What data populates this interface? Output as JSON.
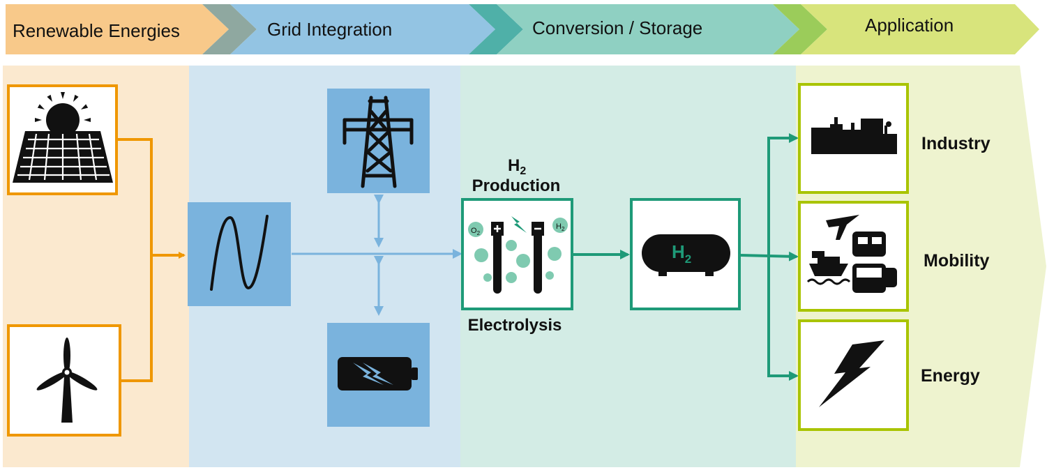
{
  "stages": [
    {
      "label": "Renewable Energies",
      "color": "#f8c98a",
      "tip": "#f8c98a"
    },
    {
      "label": "Grid Integration",
      "color": "#93c4e3",
      "tip": "#8fa8a0"
    },
    {
      "label": "Conversion / Storage",
      "color": "#8fd0c2",
      "tip": "#4fb0a8"
    },
    {
      "label": "Application",
      "color": "#d8e47c",
      "tip": "#9bcc5a"
    }
  ],
  "panels": {
    "renewable_bg": "#fbe9cf",
    "grid_bg": "#d2e5f1",
    "conversion_bg": "#d3ece5",
    "application_bg": "#eef3cf"
  },
  "colors": {
    "orange": "#ef9700",
    "blue_box": "#7ab3dd",
    "blue_line": "#7ab3dd",
    "teal": "#1e9a78",
    "lime": "#a9c400",
    "teal_bubble": "#7fcab0"
  },
  "sources": [
    {
      "name": "solar",
      "icon": "solar-panel-icon"
    },
    {
      "name": "wind",
      "icon": "wind-turbine-icon"
    }
  ],
  "grid": {
    "ac_icon": "ac-wave-icon",
    "pylon_icon": "power-pylon-icon",
    "battery_icon": "battery-icon"
  },
  "production": {
    "h2_title_main": "H",
    "h2_title_sub": "2",
    "title": "Production",
    "caption": "Electrolysis",
    "o2_main": "O",
    "o2_sub": "2",
    "h2_main": "H",
    "h2_sub": "2"
  },
  "storage": {
    "tank_main": "H",
    "tank_sub": "2"
  },
  "applications": [
    {
      "label": "Industry",
      "icon": "factory-icon"
    },
    {
      "label": "Mobility",
      "icon": "vehicles-icon"
    },
    {
      "label": "Energy",
      "icon": "lightning-icon"
    }
  ]
}
